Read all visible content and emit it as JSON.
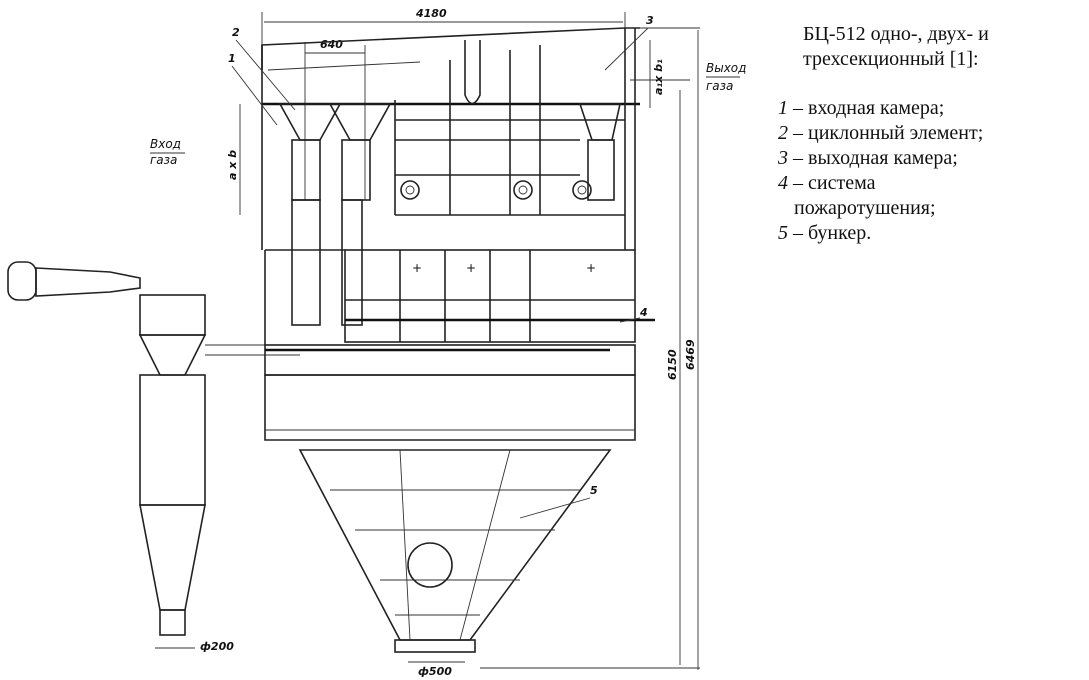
{
  "drawing": {
    "dimensions": {
      "overall_width": "4180",
      "cyclone_pitch": "640",
      "height_outlet": "6150",
      "height_total": "6469",
      "small_outlet_dia": "ф200",
      "hopper_outlet_dia": "ф500",
      "inlet_section": "a x b",
      "outlet_section": "a₁x b₁"
    },
    "callouts": [
      "1",
      "2",
      "3",
      "4",
      "5"
    ],
    "gas_inlet": [
      "Вход",
      "газа"
    ],
    "gas_outlet": [
      "Выход",
      "газа"
    ]
  },
  "legend": {
    "title_line1": "БЦ-512 одно-, двух- и",
    "title_line2": "трехсекционный [1]:",
    "items": [
      {
        "num": "1",
        "text": " – входная камера;"
      },
      {
        "num": "2",
        "text": " – циклонный элемент;"
      },
      {
        "num": "3",
        "text": " – выходная камера;"
      },
      {
        "num": "4",
        "text": " – система"
      },
      {
        "num": "5",
        "text": " – бункер."
      }
    ],
    "item4_cont": "пожаротушения;"
  }
}
